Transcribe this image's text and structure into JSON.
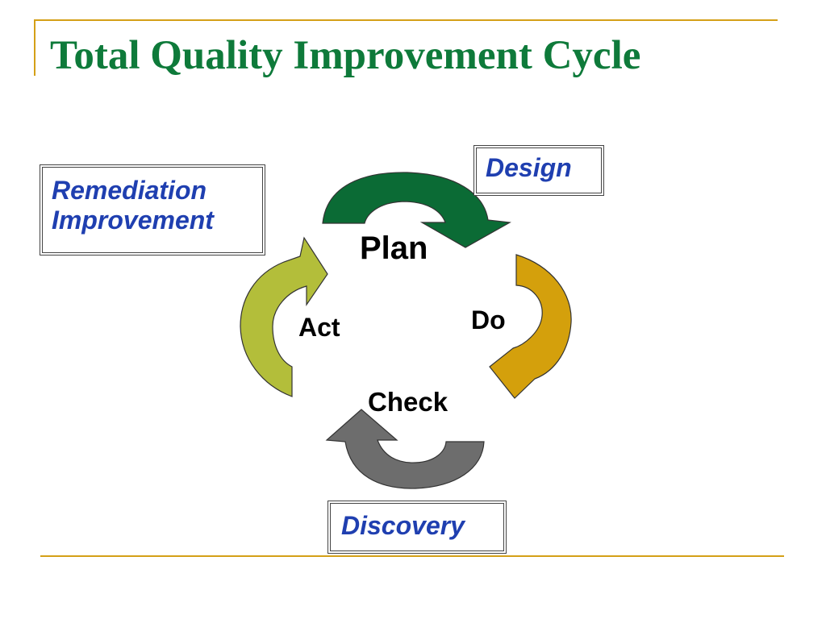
{
  "slide": {
    "title": "Total Quality Improvement Cycle"
  },
  "cycle": {
    "stages": {
      "plan": "Plan",
      "do": "Do",
      "check": "Check",
      "act": "Act"
    },
    "phase_boxes": {
      "remediation_line1": "Remediation",
      "remediation_line2": "Improvement",
      "design": "Design",
      "discovery": "Discovery"
    }
  },
  "colors": {
    "title": "#0e7a3a",
    "frame_rule": "#d4a017",
    "box_text": "#1f3fb0",
    "arrow_plan": "#0b6b35",
    "arrow_do": "#d4a00c",
    "arrow_check": "#6d6d6d",
    "arrow_act": "#b3be3a"
  }
}
